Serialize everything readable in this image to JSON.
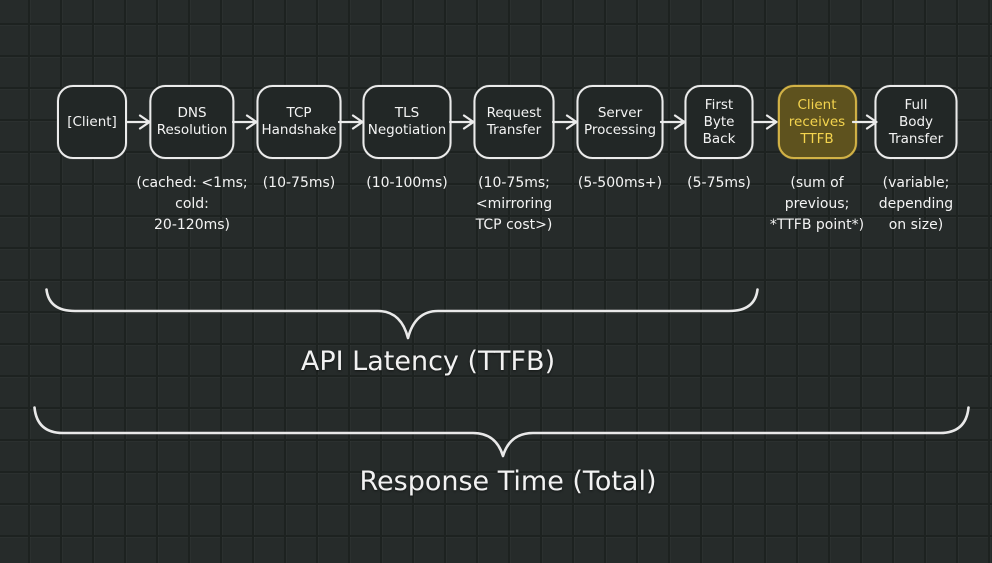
{
  "diagram": {
    "stages": [
      {
        "label_lines": [
          "[Client]"
        ],
        "annotation_lines": []
      },
      {
        "label_lines": [
          "DNS",
          "Resolution"
        ],
        "annotation_lines": [
          "(cached: <1ms;",
          "cold:",
          "20-120ms)"
        ]
      },
      {
        "label_lines": [
          "TCP",
          "Handshake"
        ],
        "annotation_lines": [
          "(10-75ms)"
        ]
      },
      {
        "label_lines": [
          "TLS",
          "Negotiation"
        ],
        "annotation_lines": [
          "(10-100ms)"
        ]
      },
      {
        "label_lines": [
          "Request",
          "Transfer"
        ],
        "annotation_lines": [
          "(10-75ms;",
          "<mirroring",
          "TCP cost>)"
        ]
      },
      {
        "label_lines": [
          "Server",
          "Processing"
        ],
        "annotation_lines": [
          "(5-500ms+)"
        ]
      },
      {
        "label_lines": [
          "First",
          "Byte",
          "Back"
        ],
        "annotation_lines": [
          "(5-75ms)"
        ]
      },
      {
        "label_lines": [
          "Client",
          "receives",
          "TTFB"
        ],
        "annotation_lines": [
          "(sum of",
          "previous;",
          "*TTFB point*)"
        ],
        "highlight": true
      },
      {
        "label_lines": [
          "Full",
          "Body",
          "Transfer"
        ],
        "annotation_lines": [
          "(variable;",
          "depending",
          "on size)"
        ]
      }
    ],
    "braces": [
      {
        "label": "API Latency (TTFB)"
      },
      {
        "label": "Response Time (Total)"
      }
    ],
    "colors": {
      "background": "#262b2a",
      "grid_line": "#1d2220",
      "box_stroke": "#ebebeb",
      "box_fill": "#222726",
      "text": "#f4f4f4",
      "highlight_stroke": "#d2b246",
      "highlight_fill": "#5e521e",
      "highlight_text": "#f4d44e",
      "brace_stroke": "#e9e9e9"
    }
  }
}
